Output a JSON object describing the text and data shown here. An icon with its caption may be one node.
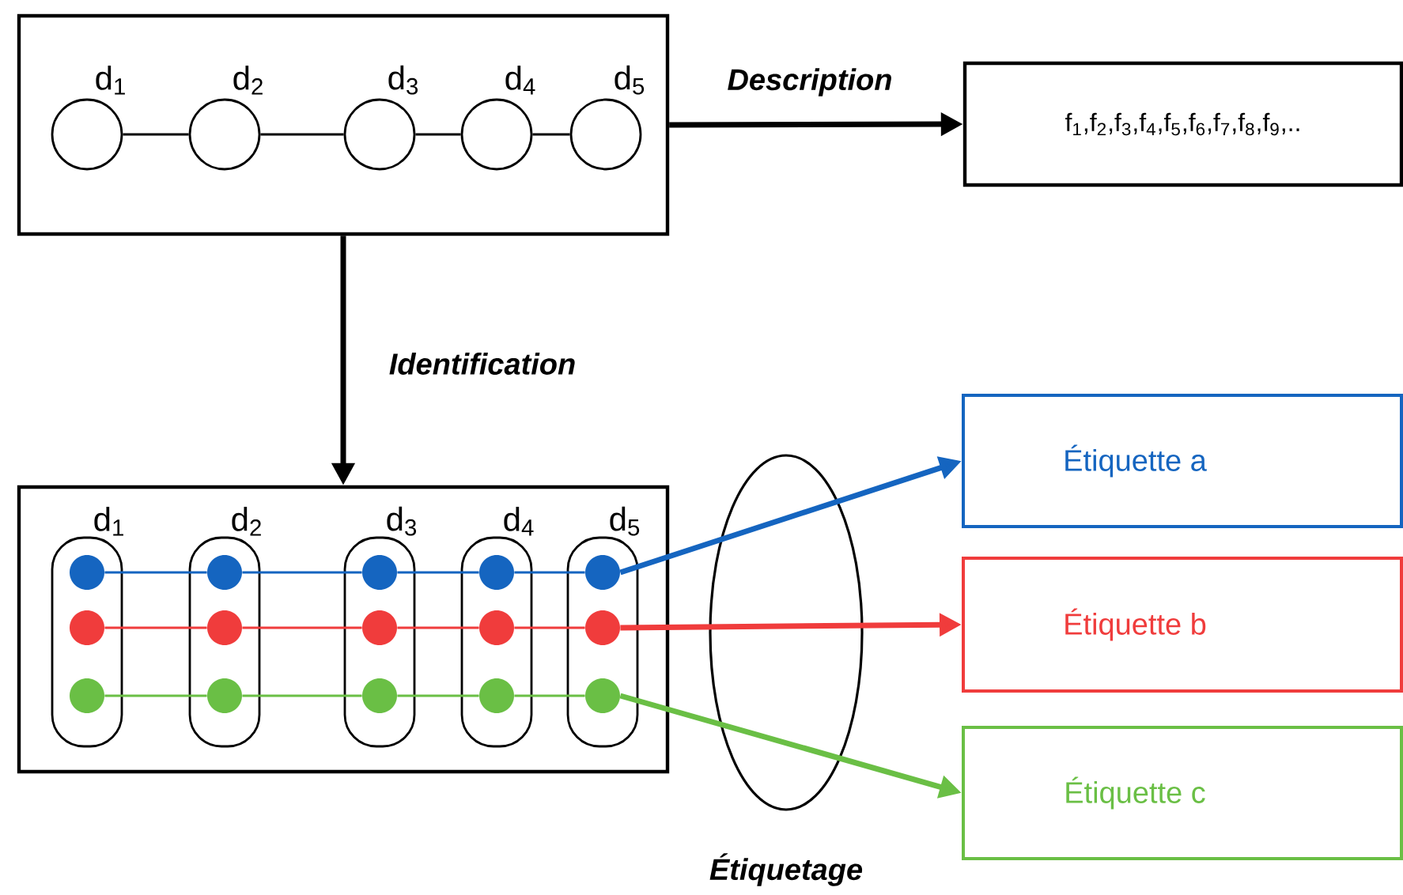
{
  "diagram": {
    "nodes": [
      {
        "text": [],
        "shape": "box"
      },
      {
        "text": [
          "d$_{1}$"
        ],
        "in": 0
      },
      {
        "text": [
          "d$_{2}$"
        ],
        "in": 0
      },
      {
        "text": [
          "d$_{3}$"
        ],
        "in": 0
      },
      {
        "text": [
          "d$_{4}$"
        ],
        "in": 0
      },
      {
        "text": [
          "d$_{5}$"
        ],
        "in": 0
      },
      {
        "text": [
          "f$_{1}$,f$_{2}$,f$_{3}$,f$_{4}$,f$_{5}$,f$_{6}$,f$_{7}$,f$_{8}$,f$_{9}$,.."
        ]
      },
      {
        "text": [],
        "shape": "box"
      },
      {
        "text": [
          "d$_{1}$"
        ],
        "in": 7
      },
      {
        "text": [
          "d$_{2}$"
        ],
        "in": 7
      },
      {
        "text": [
          "d$_{3}$"
        ],
        "in": 7
      },
      {
        "text": [
          "d$_{4}$"
        ],
        "in": 7
      },
      {
        "text": [
          "d$_{5}$"
        ],
        "in": 7
      },
      {
        "text": [],
        "shape": "circle",
        "in": 8
      },
      {
        "text": [],
        "shape": "circle",
        "in": 8
      },
      {
        "text": [],
        "shape": "circle",
        "in": 8
      },
      {
        "text": [],
        "shape": "circle",
        "in": 9
      },
      {
        "text": [],
        "shape": "circle",
        "in": 9
      },
      {
        "text": [],
        "shape": "circle",
        "in": 9
      },
      {
        "text": [],
        "shape": "circle",
        "in": 10
      },
      {
        "text": [],
        "shape": "circle",
        "in": 10
      },
      {
        "text": [],
        "shape": "circle",
        "in": 10
      },
      {
        "text": [],
        "shape": "circle",
        "in": 11
      },
      {
        "text": [],
        "shape": "circle",
        "in": 11
      },
      {
        "text": [],
        "shape": "circle",
        "in": 11
      },
      {
        "text": [],
        "shape": "circle",
        "in": 12
      },
      {
        "text": [],
        "shape": "circle",
        "in": 12
      },
      {
        "text": [],
        "shape": "circle",
        "in": 12
      },
      {
        "text": [
          "Étiquette a"
        ]
      },
      {
        "text": [
          "Étiquette b"
        ]
      },
      {
        "text": [
          "Étiquette c"
        ]
      }
    ],
    "edges": [
      {
        "from": 0,
        "to": 6,
        "arrow": "to",
        "label": "Description",
        "style": "thick"
      },
      {
        "from": 0,
        "to": 7,
        "arrow": "to",
        "label": "Identification",
        "style": "thick"
      },
      {
        "from": 1,
        "to": 2,
        "arrow": "none"
      },
      {
        "from": 2,
        "to": 3,
        "arrow": "none"
      },
      {
        "from": 3,
        "to": 4,
        "arrow": "none"
      },
      {
        "from": 4,
        "to": 5,
        "arrow": "none"
      },
      {
        "from": 13,
        "to": 16,
        "arrow": "none",
        "color": "#1565c0"
      },
      {
        "from": 16,
        "to": 19,
        "arrow": "none",
        "color": "#1565c0"
      },
      {
        "from": 19,
        "to": 22,
        "arrow": "none",
        "color": "#1565c0"
      },
      {
        "from": 22,
        "to": 25,
        "arrow": "none",
        "color": "#1565c0"
      },
      {
        "from": 14,
        "to": 17,
        "arrow": "none",
        "color": "#f03c3c"
      },
      {
        "from": 17,
        "to": 20,
        "arrow": "none",
        "color": "#f03c3c"
      },
      {
        "from": 20,
        "to": 23,
        "arrow": "none",
        "color": "#f03c3c"
      },
      {
        "from": 23,
        "to": 26,
        "arrow": "none",
        "color": "#f03c3c"
      },
      {
        "from": 15,
        "to": 18,
        "arrow": "none",
        "color": "#6abf45"
      },
      {
        "from": 18,
        "to": 21,
        "arrow": "none",
        "color": "#6abf45"
      },
      {
        "from": 21,
        "to": 24,
        "arrow": "none",
        "color": "#6abf45"
      },
      {
        "from": 24,
        "to": 27,
        "arrow": "none",
        "color": "#6abf45"
      },
      {
        "from": 25,
        "to": 28,
        "arrow": "to",
        "style": "thick",
        "color": "#1565c0"
      },
      {
        "from": 26,
        "to": 29,
        "arrow": "to",
        "style": "thick",
        "color": "#f03c3c"
      },
      {
        "from": 27,
        "to": 30,
        "arrow": "to",
        "style": "thick",
        "color": "#6abf45"
      }
    ],
    "labels": [
      "Étiquetage"
    ]
  }
}
